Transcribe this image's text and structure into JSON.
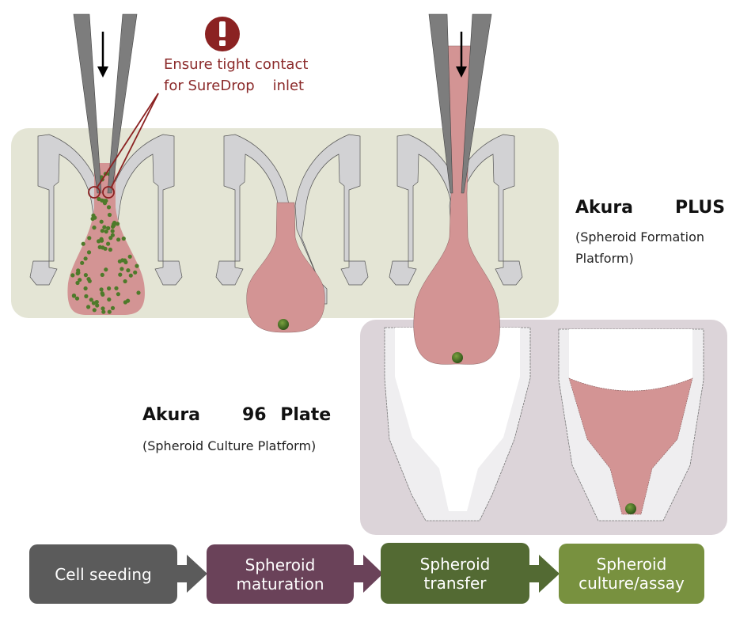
{
  "warning": {
    "icon": "exclamation-icon",
    "line1": "Ensure tight contact",
    "line2": "for SureDrop    inlet",
    "color": "#8b2222"
  },
  "platforms": {
    "plus": {
      "title": "Akura   PLUS",
      "subtitle_line1": "(Spheroid Formation",
      "subtitle_line2": "Platform)",
      "panel_color": "#e4e5d5"
    },
    "plate96": {
      "title": "Akura   96 Plate",
      "subtitle": "(Spheroid Culture Platform)",
      "panel_color": "#dcd4d9"
    }
  },
  "process_steps": [
    {
      "label": "Cell seeding",
      "color": "#5b5b5b"
    },
    {
      "label": "Spheroid\nmaturation",
      "color": "#6a4259"
    },
    {
      "label": "Spheroid\ntransfer",
      "color": "#536a33"
    },
    {
      "label": "Spheroid\nculture/assay",
      "color": "#78913f"
    }
  ],
  "colors": {
    "medium": "#d39494",
    "cells": "#4e7a2a",
    "well_gray": "#d2d2d4",
    "pipette": "#7d7d7d",
    "plate_well": "#efeef0"
  }
}
